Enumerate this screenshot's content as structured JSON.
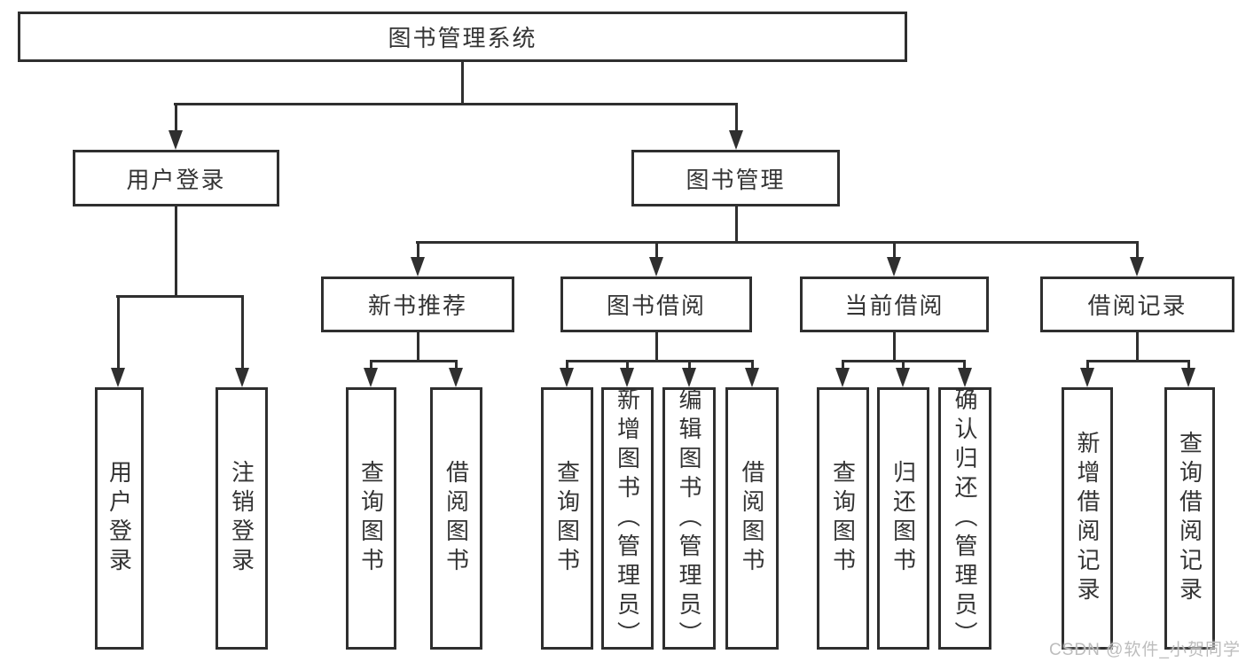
{
  "tree": {
    "root": {
      "label": "图书管理系统",
      "children": [
        {
          "label": "用户登录",
          "children": [
            {
              "label": "用户登录"
            },
            {
              "label": "注销登录"
            }
          ]
        },
        {
          "label": "图书管理",
          "children": [
            {
              "label": "新书推荐",
              "children": [
                {
                  "label": "查询图书"
                },
                {
                  "label": "借阅图书"
                }
              ]
            },
            {
              "label": "图书借阅",
              "children": [
                {
                  "label": "查询图书"
                },
                {
                  "label": "新增图书（管理员）"
                },
                {
                  "label": "编辑图书（管理员）"
                },
                {
                  "label": "借阅图书"
                }
              ]
            },
            {
              "label": "当前借阅",
              "children": [
                {
                  "label": "查询图书"
                },
                {
                  "label": "归还图书"
                },
                {
                  "label": "确认归还（管理员）"
                }
              ]
            },
            {
              "label": "借阅记录",
              "children": [
                {
                  "label": "新增借阅记录"
                },
                {
                  "label": "查询借阅记录"
                }
              ]
            }
          ]
        }
      ]
    }
  },
  "watermark": "CSDN @软件_小贺同学",
  "colors": {
    "line": "#2f2f2f",
    "text": "#343434",
    "watermark": "#bdbdbd",
    "background": "#ffffff"
  }
}
